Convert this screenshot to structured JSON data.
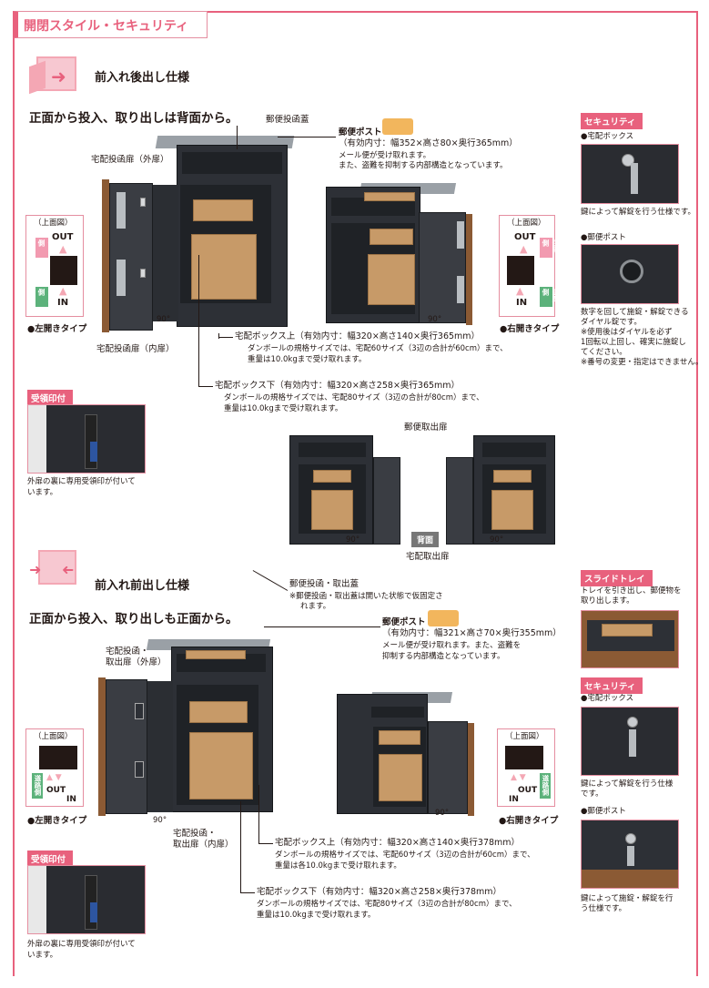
{
  "header": {
    "title": "開閉スタイル・セキュリティ"
  },
  "section1": {
    "heading": "前入れ後出し仕様",
    "subheading": "正面から投入、取り出しは背面から。",
    "labels": {
      "lid": "郵便投函蓋",
      "post_title": "郵便ポスト",
      "post_dims": "（有効内寸：幅352×高さ80×奥行365mm）",
      "post_note1": "メール便が受け取れます。",
      "post_note2": "また、盗難を抑制する内部構造となっています。",
      "outer_door": "宅配投函扉（外扉）",
      "inner_door": "宅配投函扉（内扉）",
      "upper_box": "宅配ボックス上（有効内寸：幅320×高さ140×奥行365mm）",
      "upper_note1": "ダンボールの規格サイズでは、宅配60サイズ（3辺の合計が60cm）まで、",
      "upper_note2": "重量は10.0kgまで受け取れます。",
      "lower_box": "宅配ボックス下（有効内寸：幅320×高さ258×奥行365mm）",
      "lower_note1": "ダンボールの規格サイズでは、宅配80サイズ（3辺の合計が80cm）まで、",
      "lower_note2": "重量は10.0kgまで受け取れます。",
      "left_type": "●左開きタイプ",
      "right_type": "●右開きタイプ",
      "angle": "90°",
      "back_out_door": "郵便取出扉",
      "back_take_door": "宅配取出扉",
      "back_label": "背面"
    },
    "topview": {
      "caption": "（上面図）",
      "out": "OUT",
      "in": "IN",
      "house": "住宅側",
      "road": "道路側"
    },
    "receipt": {
      "tag": "受領印付",
      "note1": "外扉の裏に専用受領印が付いて",
      "note2": "います。"
    },
    "security": {
      "tag": "セキュリティ",
      "box_label": "●宅配ボックス",
      "box_note": "鍵によって解錠を行う仕様です。",
      "post_label": "●郵便ポスト",
      "post_note1": "数字を回して施錠・解錠できる",
      "post_note2": "ダイヤル錠です。",
      "post_note3": "※使用後はダイヤルを必ず",
      "post_note4": "1回転以上回し、確実に施錠し",
      "post_note5": "てください。",
      "post_note6": "※番号の変更・指定はできません。"
    }
  },
  "section2": {
    "heading": "前入れ前出し仕様",
    "subheading": "正面から投入、取り出しも正面から。",
    "labels": {
      "lid": "郵便投函・取出蓋",
      "lid_note1": "※郵便投函・取出蓋は開いた状態で仮固定さ",
      "lid_note2": "れます。",
      "post_title": "郵便ポスト",
      "post_dims": "（有効内寸：幅321×高さ70×奥行355mm）",
      "post_note1": "メール便が受け取れます。また、盗難を",
      "post_note2": "抑制する内部構造となっています。",
      "outer_door1": "宅配投函・",
      "outer_door2": "取出扉（外扉）",
      "inner_door1": "宅配投函・",
      "inner_door2": "取出扉（内扉）",
      "upper_box": "宅配ボックス上（有効内寸：幅320×高さ140×奥行378mm）",
      "upper_note1": "ダンボールの規格サイズでは、宅配60サイズ（3辺の合計が60cm）まで、",
      "upper_note2": "重量は各10.0kgまで受け取れます。",
      "lower_box": "宅配ボックス下（有効内寸：幅320×高さ258×奥行378mm）",
      "lower_note1": "ダンボールの規格サイズでは、宅配80サイズ（3辺の合計が80cm）まで、",
      "lower_note2": "重量は10.0kgまで受け取れます。",
      "left_type": "●左開きタイプ",
      "right_type": "●右開きタイプ",
      "angle": "90°"
    },
    "topview": {
      "caption": "（上面図）",
      "out": "OUT",
      "in": "IN",
      "road": "道路側"
    },
    "receipt": {
      "tag": "受領印付",
      "note1": "外扉の裏に専用受領印が付いて",
      "note2": "います。"
    },
    "slide": {
      "tag": "スライドトレイ",
      "note1": "トレイを引き出し、郵便物を",
      "note2": "取り出します。"
    },
    "security": {
      "tag": "セキュリティ",
      "box_label": "●宅配ボックス",
      "box_note1": "鍵によって解錠を行う仕様",
      "box_note2": "です。",
      "post_label": "●郵便ポスト",
      "post_note1": "鍵によって施錠・解錠を行",
      "post_note2": "う仕様です。"
    }
  },
  "colors": {
    "accent": "#e8617d",
    "cabinet": "#2d3036",
    "cardboard": "#c79a68",
    "wood": "#8b5a34"
  }
}
